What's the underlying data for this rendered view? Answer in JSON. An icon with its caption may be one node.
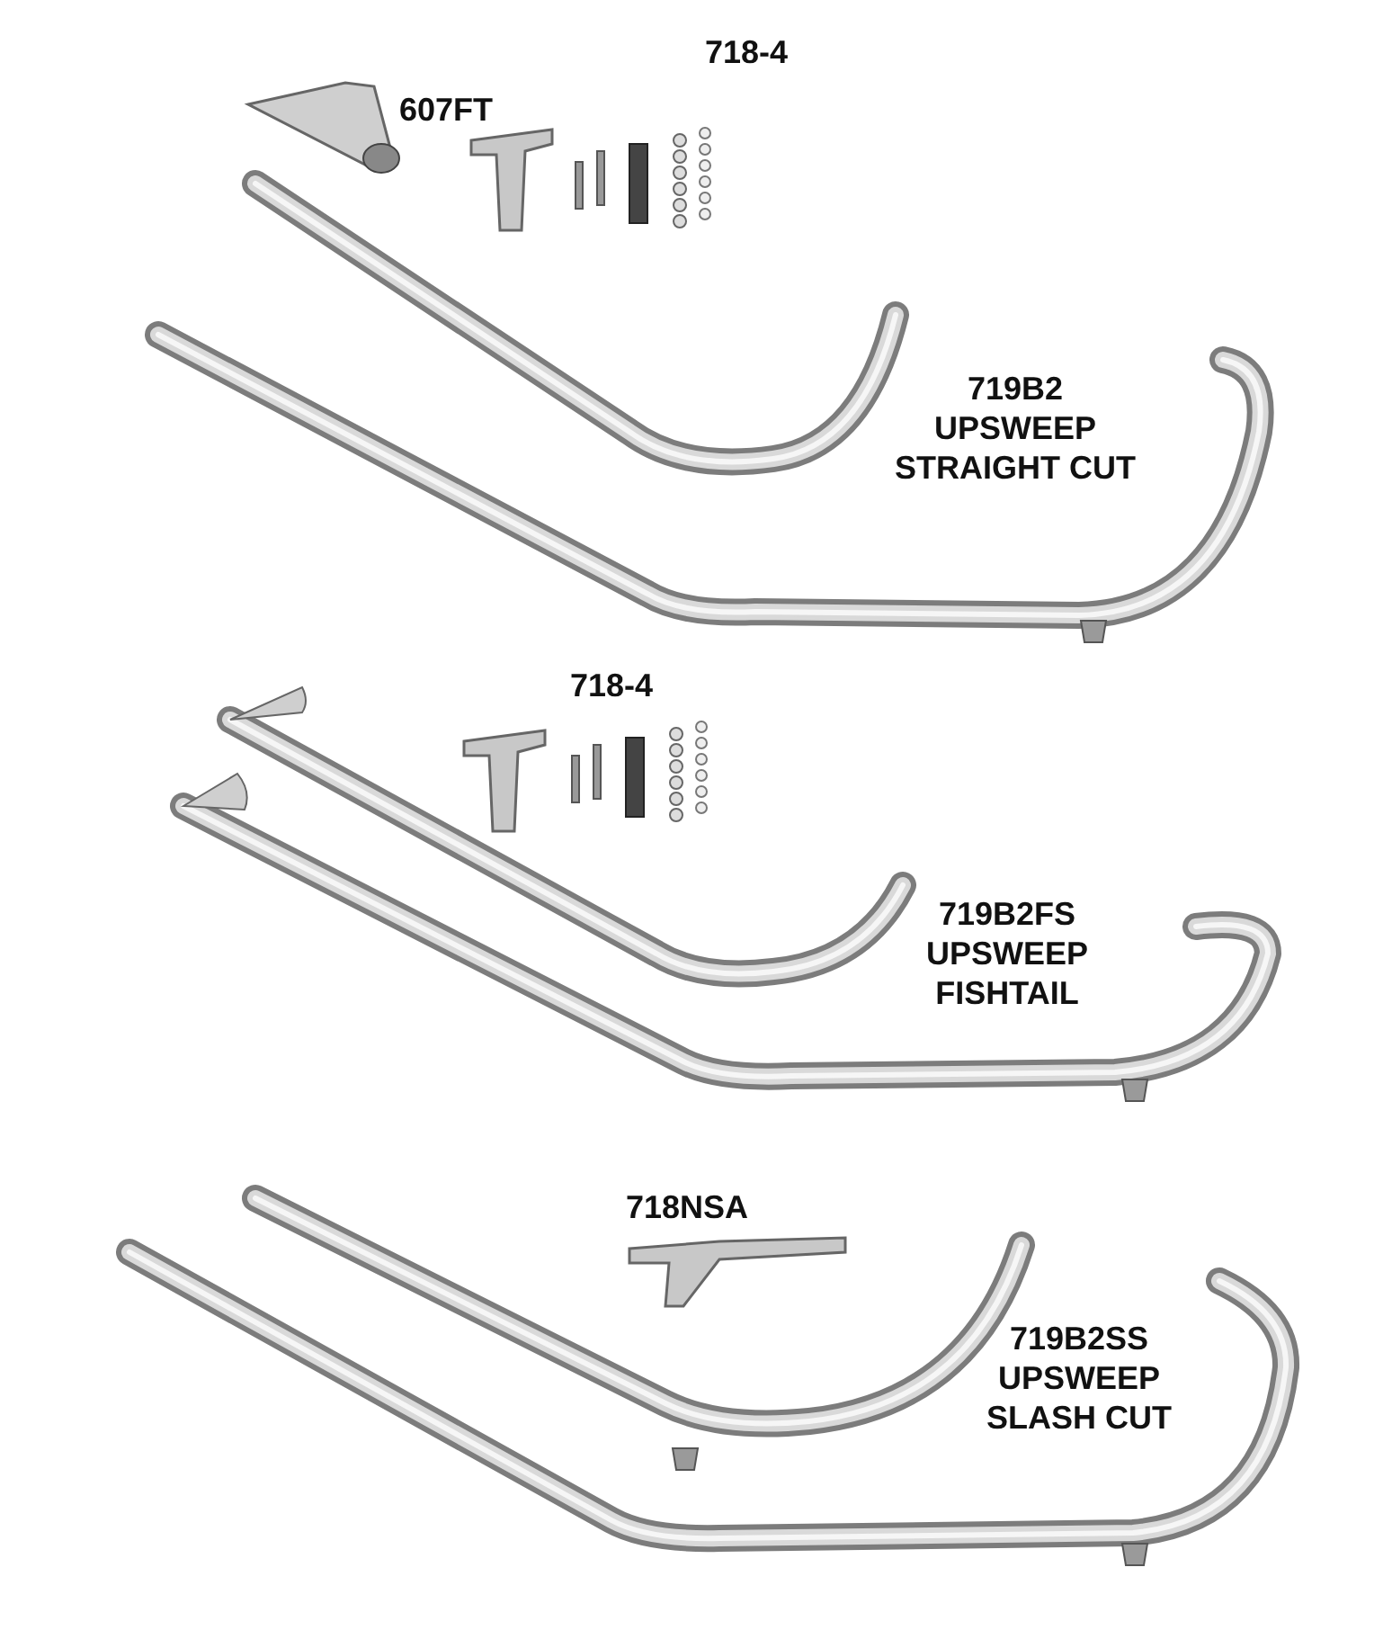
{
  "diagram": {
    "labels": [
      "607FT",
      "718-4",
      "719B2 UPSWEEP STRAIGHT CUT",
      "718-4",
      "719B2FS UPSWEEP FISHTAIL",
      "718NSA",
      "719B2SS UPSWEEP SLASH CUT"
    ]
  }
}
